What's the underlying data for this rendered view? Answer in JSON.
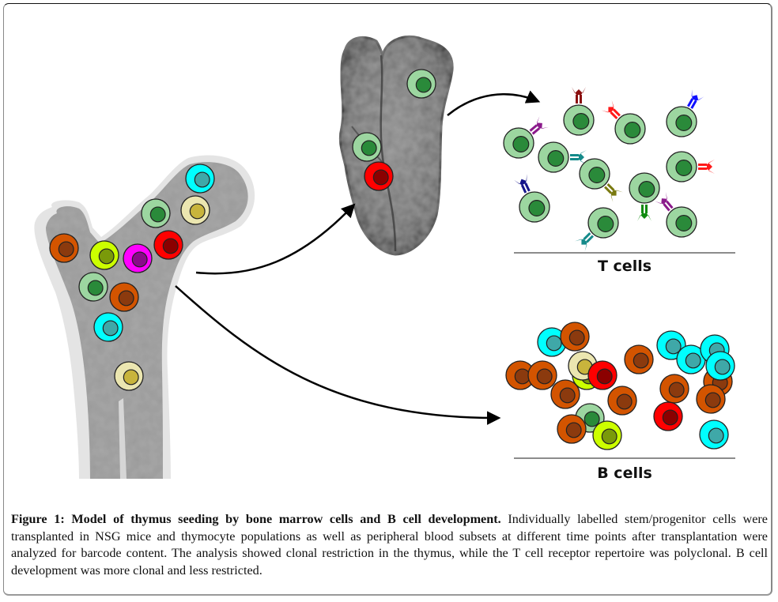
{
  "figure": {
    "panels": {
      "bone_marrow": {
        "name": "bone marrow (femur)",
        "cells": [
          {
            "type": "orange",
            "cell": "#d35400",
            "nucleus": "#8b3a0e"
          },
          {
            "type": "yellow-green",
            "cell": "#ccff00",
            "nucleus": "#7a9a0a"
          },
          {
            "type": "magenta",
            "cell": "#ff00ff",
            "nucleus": "#8a0a8a"
          },
          {
            "type": "red",
            "cell": "#ff0000",
            "nucleus": "#8b0000"
          },
          {
            "type": "light-green",
            "cell": "#9cd6a0",
            "nucleus": "#2a8a3a"
          },
          {
            "type": "cream",
            "cell": "#ebe6b0",
            "nucleus": "#c8b43c"
          },
          {
            "type": "cyan",
            "cell": "#00ffff",
            "nucleus": "#3fa8a8"
          },
          {
            "type": "light-green",
            "cell": "#9cd6a0",
            "nucleus": "#2a8a3a"
          },
          {
            "type": "orange",
            "cell": "#d35400",
            "nucleus": "#8b3a0e"
          },
          {
            "type": "cyan",
            "cell": "#00ffff",
            "nucleus": "#3fa8a8"
          },
          {
            "type": "cream",
            "cell": "#ebe6b0",
            "nucleus": "#c8b43c"
          }
        ]
      },
      "thymus": {
        "name": "thymus",
        "cells": [
          {
            "type": "light-green",
            "cell": "#9cd6a0",
            "nucleus": "#2a8a3a"
          },
          {
            "type": "light-green",
            "cell": "#9cd6a0",
            "nucleus": "#2a8a3a"
          },
          {
            "type": "red",
            "cell": "#ff0000",
            "nucleus": "#8b0000"
          }
        ]
      },
      "t_cells": {
        "label": "T cells",
        "cell_color": "#9cd6a0",
        "nucleus_color": "#2a8a3a",
        "receptor_colors": [
          "#8b1010",
          "#ff1a1a",
          "#1010ff",
          "#8b1a8b",
          "#158a8a",
          "#7a7a10",
          "#15158b",
          "#158a8a",
          "#108a10",
          "#ff1a1a",
          "#8b1a8b"
        ]
      },
      "b_cells": {
        "label": "B cells",
        "cells": [
          {
            "type": "cyan"
          },
          {
            "type": "orange"
          },
          {
            "type": "orange"
          },
          {
            "type": "yellow-green"
          },
          {
            "type": "orange"
          },
          {
            "type": "cream"
          },
          {
            "type": "red"
          },
          {
            "type": "orange"
          },
          {
            "type": "light-green"
          },
          {
            "type": "orange"
          },
          {
            "type": "yellow-green"
          },
          {
            "type": "orange"
          },
          {
            "type": "orange"
          },
          {
            "type": "orange"
          },
          {
            "type": "red"
          },
          {
            "type": "cyan"
          },
          {
            "type": "cyan"
          },
          {
            "type": "orange"
          },
          {
            "type": "cyan"
          },
          {
            "type": "cyan"
          },
          {
            "type": "orange"
          },
          {
            "type": "cyan"
          }
        ]
      }
    },
    "arrows": [
      {
        "from": "bone_marrow",
        "to": "thymus"
      },
      {
        "from": "thymus",
        "to": "t_cells"
      },
      {
        "from": "bone_marrow",
        "to": "b_cells"
      }
    ]
  },
  "caption": {
    "title": "Figure 1: Model of thymus seeding by bone marrow cells and B cell development.",
    "body": " Individually labelled stem/progenitor cells were transplanted in NSG mice and thymocyte populations as well as peripheral blood subsets at different time points after transplantation were analyzed for barcode content. The analysis showed clonal restriction in the thymus, while the T cell receptor repertoire was polyclonal. B cell development was more clonal and less restricted."
  }
}
